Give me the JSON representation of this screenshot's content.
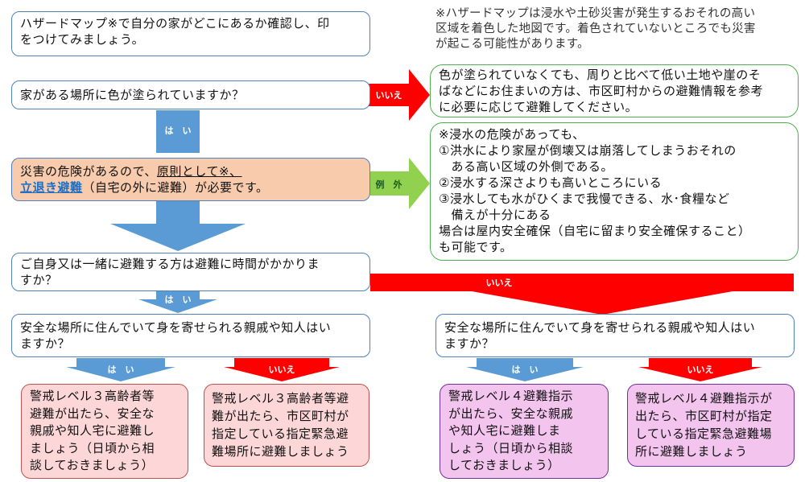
{
  "intro": {
    "text": "ハザードマップ※で自分の家がどこにあるか確認し、印をつけてみましょう。",
    "line1": "ハザードマップ※で自分の家がどこにあるか確認し、印",
    "line2": "をつけてみましょう。"
  },
  "note": {
    "line1": "※ハザードマップは浸水や土砂災害が発生するおそれの高い",
    "line2": "区域を着色した地図です。着色されていないところでも災害",
    "line3": "が起こる可能性があります。"
  },
  "q1": {
    "text": "家がある場所に色が塗られていますか？"
  },
  "no_color_box": {
    "line1": "色が塗られていなくても、周りと比べて低い土地や崖のそ",
    "line2": "ばなどにお住まいの方は、市区町村からの避難情報を参考",
    "line3": "に必要に応じて避難してください。"
  },
  "evac_box": {
    "line1_a": "災害の危険があるので、",
    "line1_b": "原則として※、",
    "line2_a": "立退き避難",
    "line2_b": "（自宅の外に避難）が必要です。"
  },
  "exception_box": {
    "line1": "※浸水の危険があっても、",
    "line2": "①洪水により家屋が倒壊又は崩落してしまうおそれの",
    "line3": "　ある高い区域の外側である。",
    "line4": "②浸水する深さよりも高いところにいる",
    "line5": "③浸水しても水がひくまで我慢できる、水･食糧など",
    "line6": "　備えが十分にある",
    "line7": "場合は屋内安全確保（自宅に留まり安全確保すること）",
    "line8": "も可能です。"
  },
  "q2": {
    "line1": "ご自身又は一緒に避難する方は避難に時間がかかりま",
    "line2": "すか？"
  },
  "q3_left": {
    "line1": "安全な場所に住んでいて身を寄せられる親戚や知人はい",
    "line2": "ますか？"
  },
  "q3_right": {
    "line1": "安全な場所に住んでいて身を寄せられる親戚や知人はい",
    "line2": "ますか？"
  },
  "result1": {
    "lines": [
      "警戒レベル３高齢者等",
      "避難が出たら、安全な",
      "親戚や知人宅に避難し",
      "ましょう（日頃から相",
      "談しておきましょう）"
    ]
  },
  "result2": {
    "lines": [
      "警戒レベル３高齢者等避",
      "難が出たら、市区町村が",
      "指定している指定緊急避",
      "難場所に避難しましょう"
    ]
  },
  "result3": {
    "lines": [
      "警戒レベル４避難指示",
      "が出たら、安全な親戚",
      "や知人宅に避難しま",
      "しょう（日頃から相談",
      "しておきましょう）"
    ]
  },
  "result4": {
    "lines": [
      "警戒レベル４避難指示が",
      "出たら、市区町村が指定",
      "している指定緊急避難場",
      "所に避難しましょう"
    ]
  },
  "labels": {
    "yes": "は　い",
    "no": "いいえ",
    "exception": "例　外"
  },
  "colors": {
    "blue_arrow": "#5b9bd5",
    "red_arrow": "#ff0000",
    "green_arrow": "#92d050",
    "box_border": "#4f81bd"
  }
}
